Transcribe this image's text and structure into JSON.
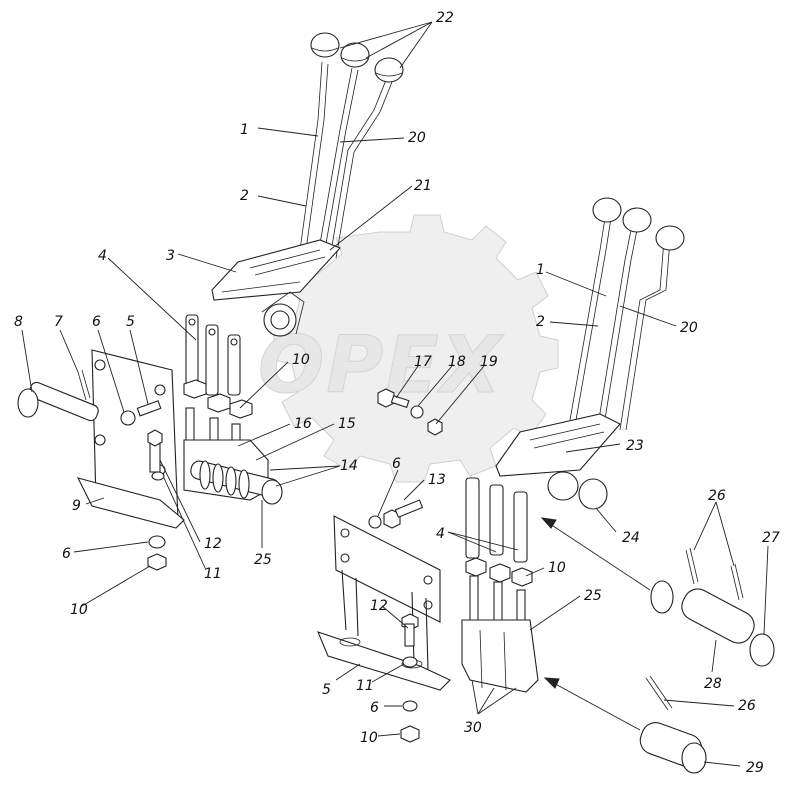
{
  "watermark": {
    "text": "OPEX"
  },
  "callouts": {
    "c22": "22",
    "c1a": "1",
    "c20a": "20",
    "c2a": "2",
    "c21": "21",
    "c3": "3",
    "c4a": "4",
    "c8": "8",
    "c7": "7",
    "c6a": "6",
    "c5a": "5",
    "c10a": "10",
    "c17": "17",
    "c18": "18",
    "c19": "19",
    "c16": "16",
    "c15": "15",
    "c14": "14",
    "c9": "9",
    "c12a": "12",
    "c11a": "11",
    "c6b": "6",
    "c10b": "10",
    "c25a": "25",
    "c6c": "6",
    "c13": "13",
    "c1b": "1",
    "c2b": "2",
    "c20b": "20",
    "c23": "23",
    "c24": "24",
    "c4b": "4",
    "c10c": "10",
    "c25b": "25",
    "c26a": "26",
    "c27": "27",
    "c28": "28",
    "c12b": "12",
    "c5b": "5",
    "c11b": "11",
    "c6d": "6",
    "c10d": "10",
    "c30": "30",
    "c26b": "26",
    "c29": "29"
  }
}
